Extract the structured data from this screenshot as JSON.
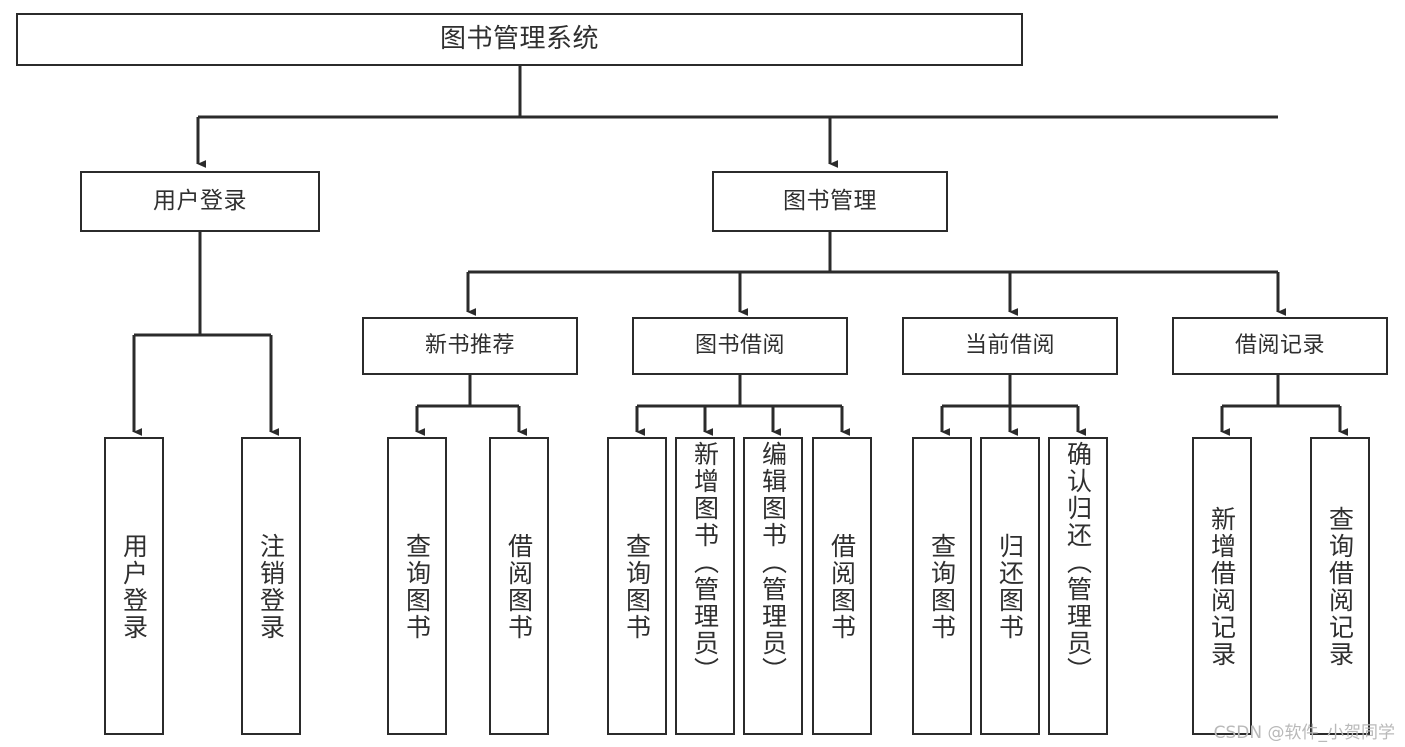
{
  "diagram": {
    "title": "图书管理系统",
    "type": "tree-hierarchy",
    "watermark": "CSDN @软件_小贺同学",
    "colors": {
      "box_border": "#2b2b2b",
      "box_fill": "#ffffff",
      "edge": "#2b2b2b",
      "text": "#2f2f2f",
      "watermark": "#b9b9b9",
      "background": "#ffffff"
    },
    "nodes": {
      "root": {
        "label": "图书管理系统"
      },
      "level1": [
        {
          "id": "user-login",
          "label": "用户登录"
        },
        {
          "id": "book-manage",
          "label": "图书管理"
        }
      ],
      "level2": [
        {
          "id": "new-book-recommend",
          "label": "新书推荐"
        },
        {
          "id": "book-borrow",
          "label": "图书借阅"
        },
        {
          "id": "current-borrow",
          "label": "当前借阅"
        },
        {
          "id": "borrow-record",
          "label": "借阅记录"
        }
      ],
      "leaves": [
        {
          "id": "leaf-user-login",
          "label": "用户登录",
          "parent": "user-login"
        },
        {
          "id": "leaf-logout-login",
          "label": "注销登录",
          "parent": "user-login"
        },
        {
          "id": "leaf-query-book-1",
          "label": "查询图书",
          "parent": "new-book-recommend"
        },
        {
          "id": "leaf-borrow-book-1",
          "label": "借阅图书",
          "parent": "new-book-recommend"
        },
        {
          "id": "leaf-query-book-2",
          "label": "查询图书",
          "parent": "book-borrow"
        },
        {
          "id": "leaf-add-book",
          "label": "新增图书（管理员）",
          "parent": "book-borrow"
        },
        {
          "id": "leaf-edit-book",
          "label": "编辑图书（管理员）",
          "parent": "book-borrow"
        },
        {
          "id": "leaf-borrow-book-2",
          "label": "借阅图书",
          "parent": "book-borrow"
        },
        {
          "id": "leaf-query-book-3",
          "label": "查询图书",
          "parent": "current-borrow"
        },
        {
          "id": "leaf-return-book",
          "label": "归还图书",
          "parent": "current-borrow"
        },
        {
          "id": "leaf-confirm-return",
          "label": "确认归还（管理员）",
          "parent": "current-borrow"
        },
        {
          "id": "leaf-add-record",
          "label": "新增借阅记录",
          "parent": "borrow-record"
        },
        {
          "id": "leaf-query-record",
          "label": "查询借阅记录",
          "parent": "borrow-record"
        }
      ]
    }
  }
}
